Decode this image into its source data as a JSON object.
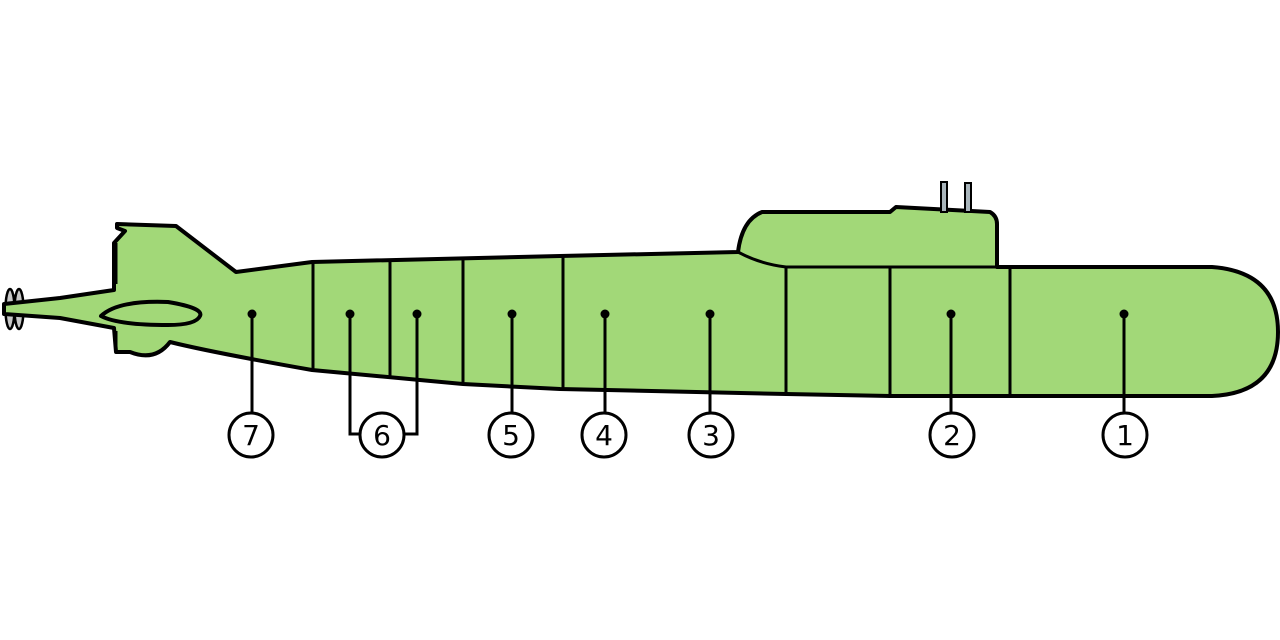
{
  "diagram": {
    "colors": {
      "hull": "#a2d878",
      "outline": "#000000",
      "rudder": "#c8c8c8",
      "masts": "#a9b5bb",
      "background": "#ffffff"
    },
    "callouts": [
      {
        "id": "1",
        "label": "1"
      },
      {
        "id": "2",
        "label": "2"
      },
      {
        "id": "3",
        "label": "3"
      },
      {
        "id": "4",
        "label": "4"
      },
      {
        "id": "5",
        "label": "5"
      },
      {
        "id": "6",
        "label": "6"
      },
      {
        "id": "7",
        "label": "7"
      }
    ]
  }
}
